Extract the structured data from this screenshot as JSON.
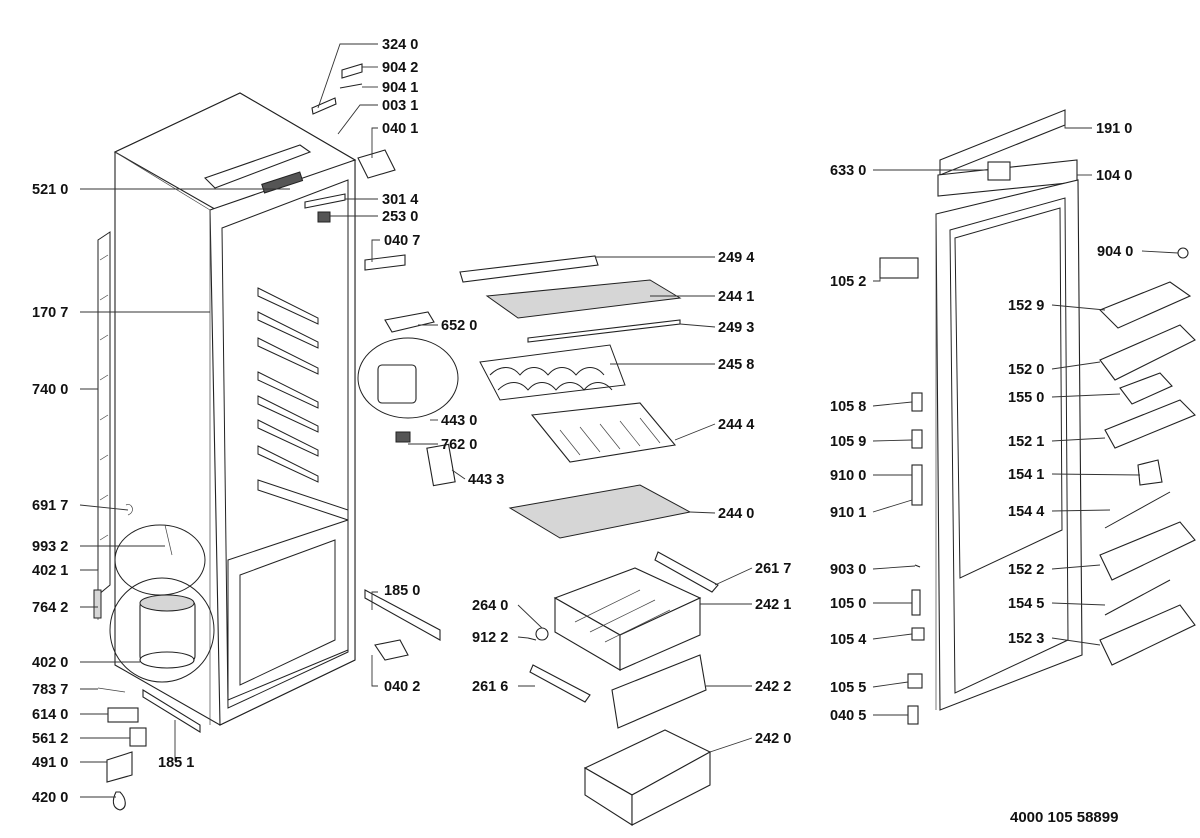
{
  "document_number": "4000 105 58899",
  "callouts": {
    "c3240": "324 0",
    "c9042": "904 2",
    "c9041": "904 1",
    "c0031": "003 1",
    "c0401": "040 1",
    "c5210": "521 0",
    "c3014": "301 4",
    "c2530": "253 0",
    "c0407": "040 7",
    "c1707": "170 7",
    "c7400": "740 0",
    "c6917": "691 7",
    "c9932": "993 2",
    "c4021": "402 1",
    "c7642": "764 2",
    "c4020": "402 0",
    "c7837": "783 7",
    "c6140": "614 0",
    "c5612": "561 2",
    "c4910": "491 0",
    "c4200": "420 0",
    "c1851": "185 1",
    "c1850": "185 0",
    "c0402": "040 2",
    "c2494": "249 4",
    "c2441": "244 1",
    "c6520": "652 0",
    "c2493": "249 3",
    "c2458": "245 8",
    "c4430": "443 0",
    "c2444": "244 4",
    "c7620": "762 0",
    "c4433": "443 3",
    "c2440": "244 0",
    "c2617": "261 7",
    "c2640": "264 0",
    "c2421": "242 1",
    "c9122": "912 2",
    "c2616": "261 6",
    "c2422": "242 2",
    "c2420": "242 0",
    "c1910": "191 0",
    "c6330": "633 0",
    "c1040": "104 0",
    "c9040": "904 0",
    "c1052": "105 2",
    "c1529": "152 9",
    "c1520": "152 0",
    "c1058": "105 8",
    "c1550": "155 0",
    "c1059": "105 9",
    "c1521": "152 1",
    "c9100": "910 0",
    "c1541": "154 1",
    "c9101": "910 1",
    "c1544": "154 4",
    "c9030": "903 0",
    "c1522": "152 2",
    "c1050": "105 0",
    "c1545": "154 5",
    "c1054": "105 4",
    "c1523": "152 3",
    "c1055": "105 5",
    "c0405": "040 5"
  }
}
